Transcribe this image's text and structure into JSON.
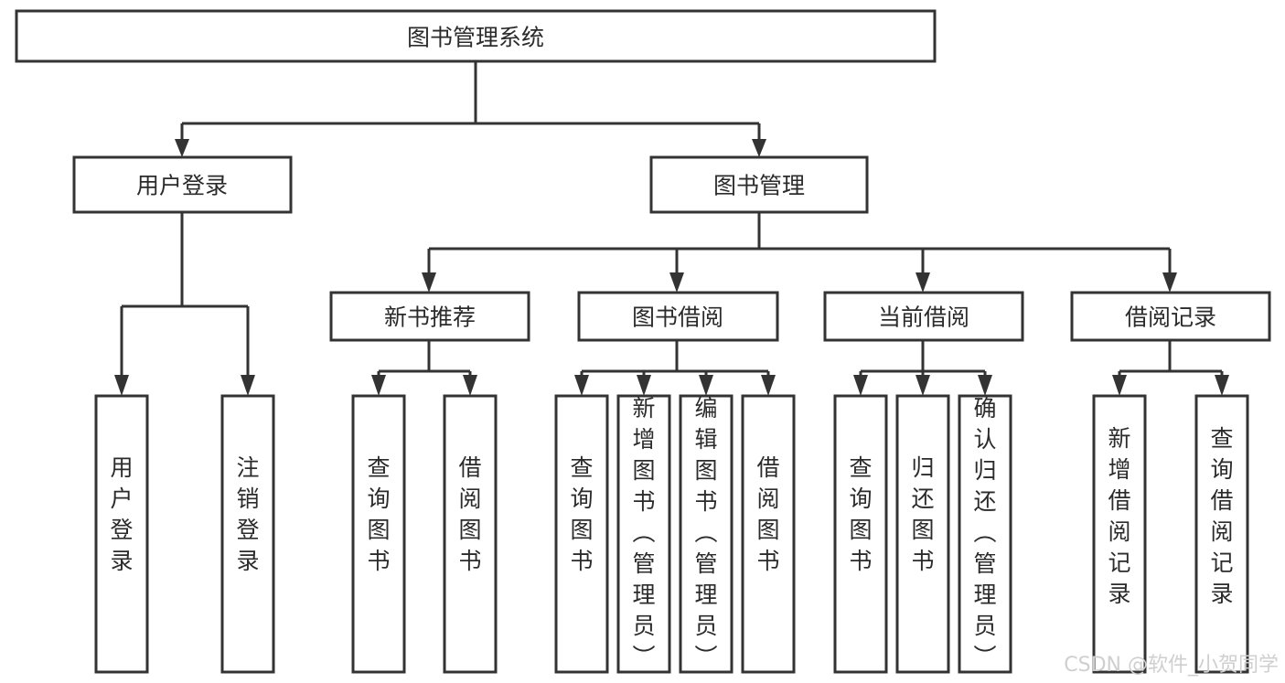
{
  "diagram": {
    "title": "图书管理系统",
    "type": "hierarchy-tree",
    "orientation": "top-down",
    "colors": {
      "box_fill": "#ffffff",
      "box_stroke": "#333333",
      "text": "#2b2b2b",
      "connector": "#333333",
      "watermark": "#cfcfcf",
      "background": "#ffffff"
    },
    "root": {
      "label": "图书管理系统"
    },
    "level2": [
      {
        "label": "用户登录"
      },
      {
        "label": "图书管理"
      }
    ],
    "level3": [
      {
        "label": "新书推荐"
      },
      {
        "label": "图书借阅"
      },
      {
        "label": "当前借阅"
      },
      {
        "label": "借阅记录"
      }
    ],
    "leaves": {
      "user_login": [
        {
          "label": "用户登录"
        },
        {
          "label": "注销登录"
        }
      ],
      "new_book_recommend": [
        {
          "label": "查询图书"
        },
        {
          "label": "借阅图书"
        }
      ],
      "book_borrow": [
        {
          "label": "查询图书"
        },
        {
          "label": "新增图书（管理员）"
        },
        {
          "label": "编辑图书（管理员）"
        },
        {
          "label": "借阅图书"
        }
      ],
      "current_borrow": [
        {
          "label": "查询图书"
        },
        {
          "label": "归还图书"
        },
        {
          "label": "确认归还（管理员）"
        }
      ],
      "borrow_record": [
        {
          "label": "新增借阅记录"
        },
        {
          "label": "查询借阅记录"
        }
      ]
    }
  },
  "watermark": {
    "text": "CSDN @软件_小贺同学"
  }
}
